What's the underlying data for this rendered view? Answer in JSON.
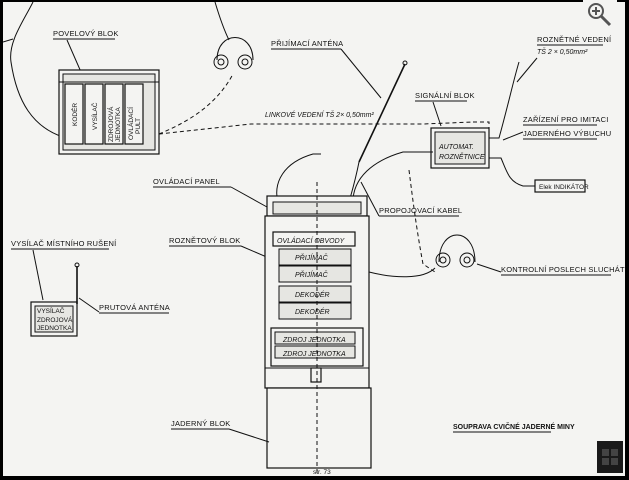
{
  "labels": {
    "povelovy_blok": "POVELOVÝ BLOK",
    "prijimaci_antena": "PŘIJÍMACÍ ANTÉNA",
    "linkove_vedeni": "LINKOVÉ VEDENÍ TŠ   2×         0,50mm²",
    "signalni_blok": "SIGNÁLNÍ BLOK",
    "roznetne_vedeni": "ROZNĚTNÉ VEDENÍ",
    "ts_spec": "TŠ  2 × 0,50mm²",
    "zarizeni_1": "ZAŘÍZENÍ PRO IMITACI",
    "zarizeni_2": "JADERNÉHO VÝBUCHU",
    "indicator": "Elek INDIKÁTOR",
    "automat_1": "AUTOMAT.",
    "automat_2": "ROZNĚTNICE",
    "ovladaci_panel": "OVLÁDACÍ PANEL",
    "propojovaci_kabel": "PROPOJOVACÍ KABEL",
    "roznetovy_blok": "ROZNĚTOVÝ BLOK",
    "ovladaci_obvody": "OVLÁDACÍ OBVODY",
    "prijimac_1": "PŘIJÍMAČ",
    "prijimac_2": "PŘIJÍMAČ",
    "dekoder_1": "DEKODÉR",
    "dekoder_2": "DEKODÉR",
    "zdroj_1": "ZDROJ JEDNOTKA",
    "zdroj_2": "ZDROJ JEDNOTKA",
    "kontrolni_poslech": "KONTROLNÍ POSLECH SLUCHÁTKY",
    "vysilac": "VYSÍLAČ MÍSTNÍHO RUŠENÍ",
    "prutova_antena": "PRUTOVÁ ANTÉNA",
    "vysilac_box_1": "VYSÍLAČ",
    "vysilac_box_2": "ZDROJOVÁ",
    "vysilac_box_3": "JEDNOTKA",
    "jaderny_blok": "JADERNÝ BLOK",
    "souprava": "SOUPRAVA CVIČNÉ JADERNÉ MINY",
    "page_no": "str. 73"
  },
  "povelovy_modules": [
    "KODÉR",
    "VYSÍLAČ",
    "ZDROJOVÁ JEDNOTKA",
    "OVLÁDACÍ PULT"
  ],
  "ui": {
    "zoom_icon": "magnifier-plus-icon",
    "corner_icon": "grid-icon"
  }
}
